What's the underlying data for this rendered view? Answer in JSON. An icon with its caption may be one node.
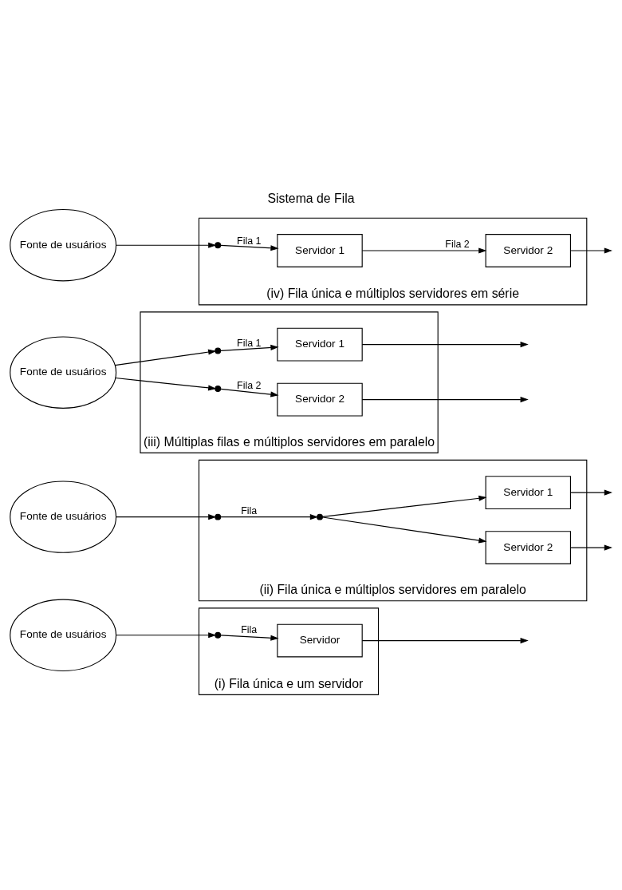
{
  "diagram": {
    "title": "Sistema de Fila",
    "nodes": [
      {
        "text": [
          "(i) Fila única e um servidor"
        ]
      },
      {
        "text": [
          "Fonte de usuários"
        ]
      },
      {
        "text": [],
        "shape": "circle",
        "in": 0
      },
      {
        "text": [
          "Servidor"
        ],
        "in": 0
      },
      {
        "text": [
          "(ii) Fila única e múltiplos servidores em paralelo"
        ]
      },
      {
        "text": [
          "Fonte de usuários"
        ]
      },
      {
        "text": [],
        "shape": "circle",
        "in": 4
      },
      {
        "text": [],
        "shape": "circle",
        "in": 4
      },
      {
        "text": [
          "Servidor 1"
        ],
        "in": 4
      },
      {
        "text": [
          "Servidor 2"
        ],
        "in": 4
      },
      {
        "text": [
          "(iii) Múltiplas filas e múltiplos servidores em paralelo"
        ]
      },
      {
        "text": [
          "Fonte de usuários"
        ]
      },
      {
        "text": [],
        "shape": "circle",
        "in": 10
      },
      {
        "text": [],
        "shape": "circle",
        "in": 10
      },
      {
        "text": [
          "Servidor 1"
        ],
        "in": 10
      },
      {
        "text": [
          "Servidor 2"
        ],
        "in": 10
      },
      {
        "text": [
          "(iv) Fila única e múltiplos servidores em série"
        ]
      },
      {
        "text": [
          "Fonte de usuários"
        ]
      },
      {
        "text": [],
        "shape": "circle",
        "in": 16
      },
      {
        "text": [
          "Servidor 1"
        ],
        "in": 16
      },
      {
        "text": [
          "Servidor 2"
        ],
        "in": 16
      }
    ],
    "edges": [
      {
        "from": 1,
        "to": 2,
        "arrow": "to"
      },
      {
        "from": 2,
        "to": 3,
        "arrow": "to",
        "label": "Fila"
      },
      {
        "from": 3,
        "to": null,
        "arrow": "to"
      },
      {
        "from": 5,
        "to": 6,
        "arrow": "to"
      },
      {
        "from": 6,
        "to": 7,
        "arrow": "to",
        "label": "Fila"
      },
      {
        "from": 7,
        "to": 8,
        "arrow": "to"
      },
      {
        "from": 7,
        "to": 9,
        "arrow": "to"
      },
      {
        "from": 8,
        "to": null,
        "arrow": "to"
      },
      {
        "from": 9,
        "to": null,
        "arrow": "to"
      },
      {
        "from": 11,
        "to": 12,
        "arrow": "to"
      },
      {
        "from": 11,
        "to": 13,
        "arrow": "to"
      },
      {
        "from": 12,
        "to": 14,
        "arrow": "to",
        "label": "Fila 1"
      },
      {
        "from": 13,
        "to": 15,
        "arrow": "to",
        "label": "Fila 2"
      },
      {
        "from": 14,
        "to": null,
        "arrow": "to"
      },
      {
        "from": 15,
        "to": null,
        "arrow": "to"
      },
      {
        "from": 17,
        "to": 18,
        "arrow": "to"
      },
      {
        "from": 18,
        "to": 19,
        "arrow": "to",
        "label": "Fila 1"
      },
      {
        "from": 19,
        "to": 20,
        "arrow": "to",
        "label": "Fila 2"
      },
      {
        "from": 20,
        "to": null,
        "arrow": "to"
      }
    ]
  }
}
